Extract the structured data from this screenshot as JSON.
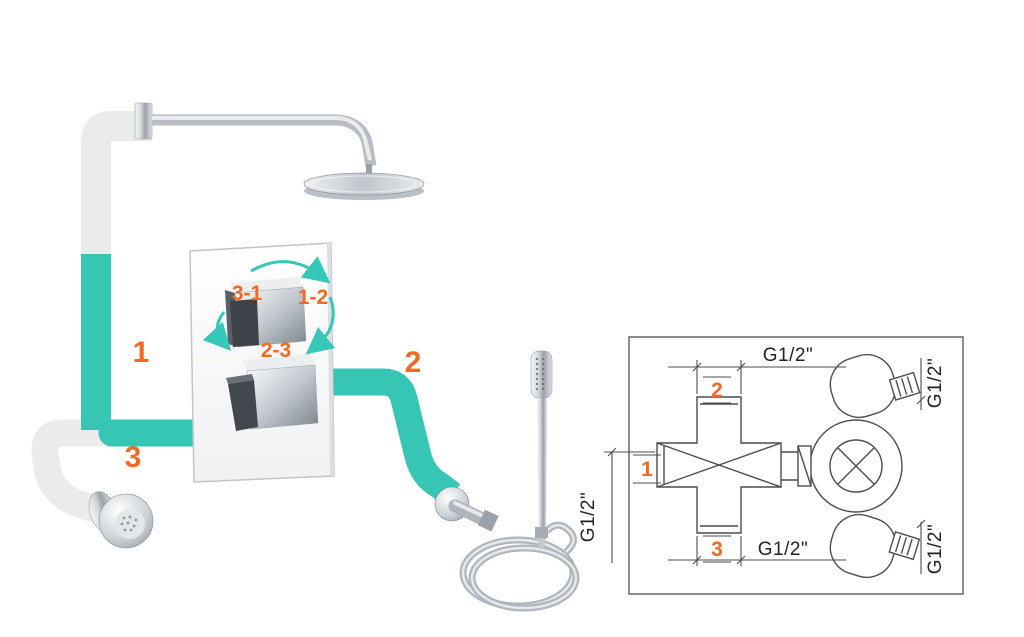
{
  "colors": {
    "pipe_highlight_teal": "#38c6b4",
    "pipe_gray": "#ebebeb",
    "label_orange": "#f26a22",
    "drawing_line": "#4d4d4d"
  },
  "labels": {
    "pipe1": "1",
    "pipe2": "2",
    "pipe3": "3",
    "dial_31": "3-1",
    "dial_12": "1-2",
    "dial_23": "2-3"
  },
  "tech": {
    "port1": "1",
    "port2": "2",
    "port3": "3",
    "thread_top": "G1/2\"",
    "thread_bottom": "G1/2\"",
    "thread_left": "G1/2\"",
    "thread_right_top": "G1/2\"",
    "thread_right_bottom": "G1/2\""
  }
}
